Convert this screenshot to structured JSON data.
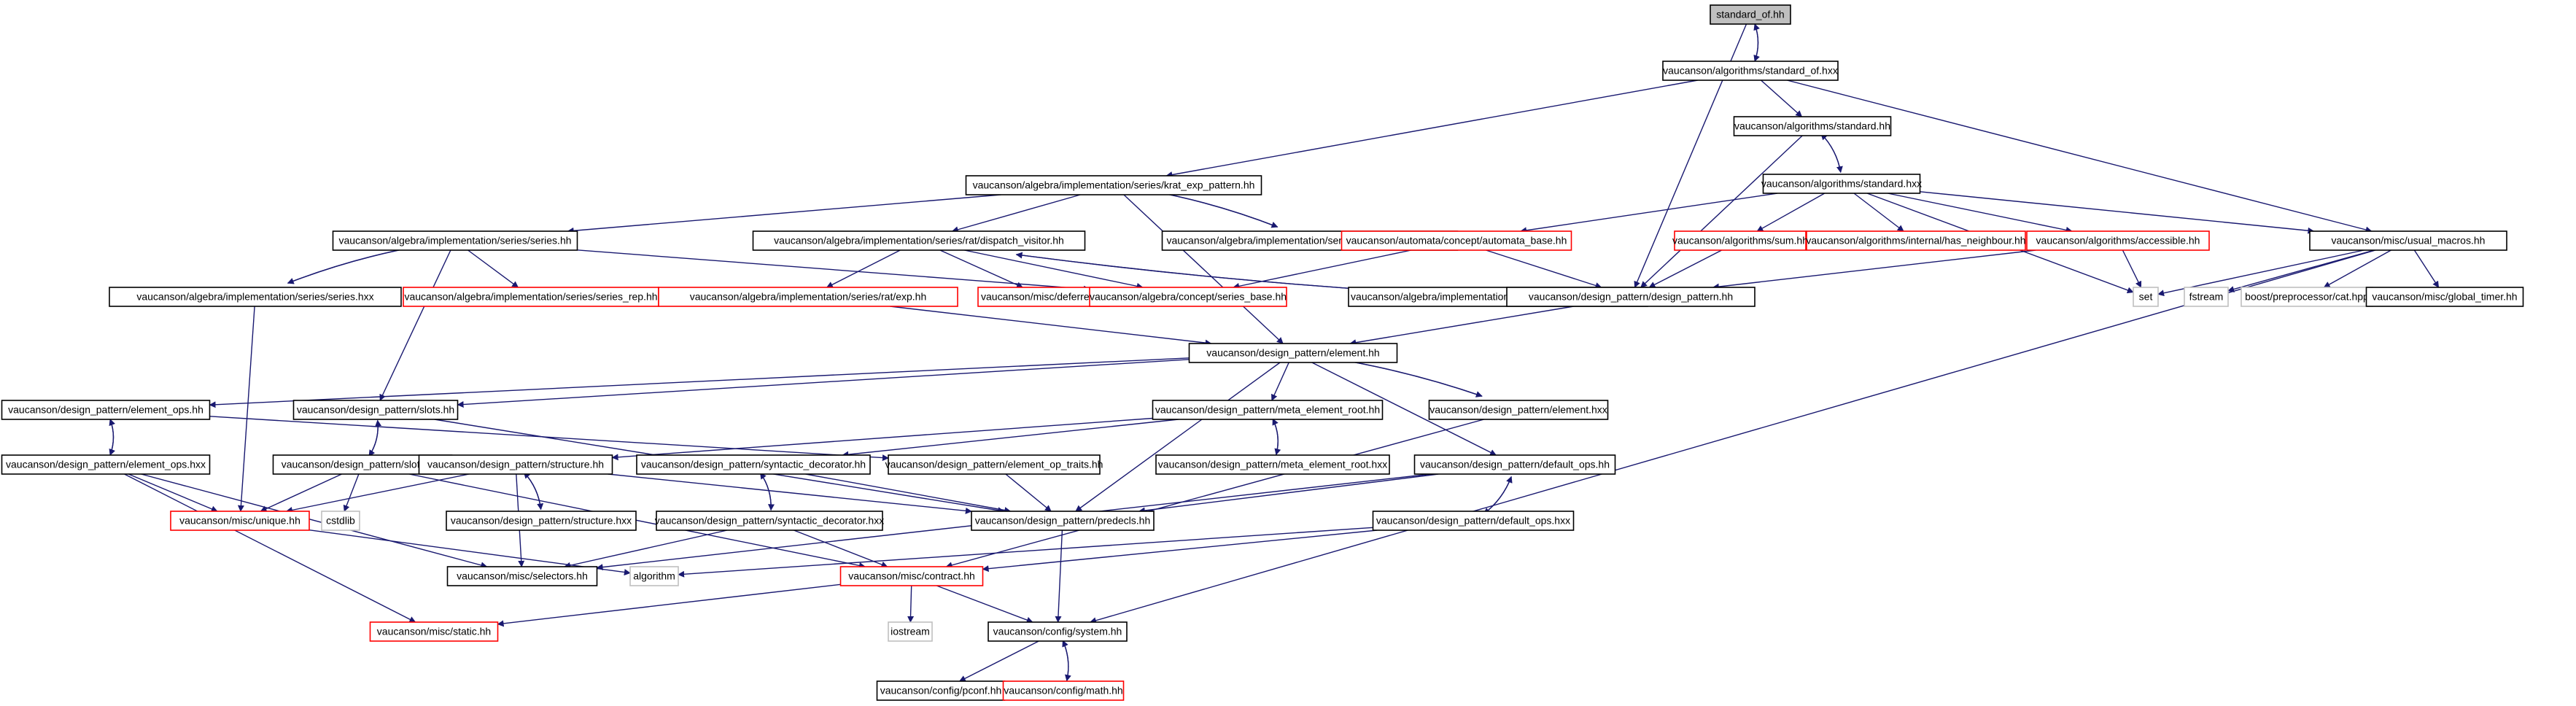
{
  "colors": {
    "edge": "#191970",
    "root_fill": "#bfbfbf",
    "box_border": "#000000",
    "external_border": "#ff0000",
    "system_border": "#bfbfbf"
  },
  "nodes": [
    {
      "id": "n0",
      "label": "standard_of.hh",
      "kind": "root"
    },
    {
      "id": "n1",
      "label": "vaucanson/algorithms/standard_of.hxx",
      "kind": "normal"
    },
    {
      "id": "n2",
      "label": "vaucanson/algorithms/standard.hh",
      "kind": "normal"
    },
    {
      "id": "n3",
      "label": "vaucanson/algebra/implementation/series/krat_exp_pattern.hh",
      "kind": "normal"
    },
    {
      "id": "n4",
      "label": "vaucanson/algorithms/standard.hxx",
      "kind": "normal"
    },
    {
      "id": "n5",
      "label": "vaucanson/algebra/implementation/series/series.hh",
      "kind": "normal"
    },
    {
      "id": "n6",
      "label": "vaucanson/algebra/implementation/series/rat/dispatch_visitor.hh",
      "kind": "normal"
    },
    {
      "id": "n7",
      "label": "vaucanson/algebra/implementation/series/krat_exp_pattern.hxx",
      "kind": "normal"
    },
    {
      "id": "n8",
      "label": "vaucanson/automata/concept/automata_base.hh",
      "kind": "red"
    },
    {
      "id": "n9",
      "label": "vaucanson/algorithms/sum.hh",
      "kind": "red"
    },
    {
      "id": "n10",
      "label": "vaucanson/algorithms/internal/has_neighbour.hh",
      "kind": "red"
    },
    {
      "id": "n11",
      "label": "vaucanson/algorithms/accessible.hh",
      "kind": "red"
    },
    {
      "id": "n12",
      "label": "vaucanson/misc/usual_macros.hh",
      "kind": "normal"
    },
    {
      "id": "n13",
      "label": "vaucanson/algebra/implementation/series/series.hxx",
      "kind": "normal"
    },
    {
      "id": "n14",
      "label": "vaucanson/algebra/implementation/series/series_rep.hh",
      "kind": "red"
    },
    {
      "id": "n15",
      "label": "vaucanson/algebra/implementation/series/rat/exp.hh",
      "kind": "red"
    },
    {
      "id": "n16",
      "label": "vaucanson/misc/deferrer.hh",
      "kind": "red"
    },
    {
      "id": "n17",
      "label": "vaucanson/algebra/concept/series_base.hh",
      "kind": "red"
    },
    {
      "id": "n18",
      "label": "vaucanson/algebra/implementation/series/rat/dispatch_visitor.hxx",
      "kind": "normal"
    },
    {
      "id": "n19",
      "label": "vaucanson/design_pattern/design_pattern.hh",
      "kind": "normal"
    },
    {
      "id": "n20",
      "label": "set",
      "kind": "gray"
    },
    {
      "id": "n21",
      "label": "fstream",
      "kind": "gray"
    },
    {
      "id": "n22",
      "label": "boost/preprocessor/cat.hpp",
      "kind": "gray"
    },
    {
      "id": "n23",
      "label": "vaucanson/misc/global_timer.hh",
      "kind": "normal"
    },
    {
      "id": "n24",
      "label": "vaucanson/design_pattern/element.hh",
      "kind": "normal"
    },
    {
      "id": "n25",
      "label": "vaucanson/design_pattern/element_ops.hh",
      "kind": "normal"
    },
    {
      "id": "n26",
      "label": "vaucanson/design_pattern/slots.hh",
      "kind": "normal"
    },
    {
      "id": "n27",
      "label": "vaucanson/design_pattern/meta_element_root.hh",
      "kind": "normal"
    },
    {
      "id": "n28",
      "label": "vaucanson/design_pattern/element.hxx",
      "kind": "normal"
    },
    {
      "id": "n29",
      "label": "vaucanson/design_pattern/element_ops.hxx",
      "kind": "normal"
    },
    {
      "id": "n30",
      "label": "vaucanson/design_pattern/slots.hxx",
      "kind": "normal"
    },
    {
      "id": "n31",
      "label": "vaucanson/design_pattern/structure.hh",
      "kind": "normal"
    },
    {
      "id": "n32",
      "label": "vaucanson/design_pattern/syntactic_decorator.hh",
      "kind": "normal"
    },
    {
      "id": "n33",
      "label": "vaucanson/design_pattern/element_op_traits.hh",
      "kind": "normal"
    },
    {
      "id": "n34",
      "label": "vaucanson/design_pattern/meta_element_root.hxx",
      "kind": "normal"
    },
    {
      "id": "n35",
      "label": "vaucanson/design_pattern/default_ops.hh",
      "kind": "normal"
    },
    {
      "id": "n36",
      "label": "vaucanson/misc/unique.hh",
      "kind": "red"
    },
    {
      "id": "n37",
      "label": "cstdlib",
      "kind": "gray"
    },
    {
      "id": "n38",
      "label": "vaucanson/design_pattern/structure.hxx",
      "kind": "normal"
    },
    {
      "id": "n39",
      "label": "vaucanson/design_pattern/syntactic_decorator.hxx",
      "kind": "normal"
    },
    {
      "id": "n40",
      "label": "vaucanson/design_pattern/predecls.hh",
      "kind": "normal"
    },
    {
      "id": "n41",
      "label": "vaucanson/design_pattern/default_ops.hxx",
      "kind": "normal"
    },
    {
      "id": "n42",
      "label": "vaucanson/misc/selectors.hh",
      "kind": "normal"
    },
    {
      "id": "n43",
      "label": "algorithm",
      "kind": "gray"
    },
    {
      "id": "n44",
      "label": "vaucanson/misc/contract.hh",
      "kind": "red"
    },
    {
      "id": "n45",
      "label": "vaucanson/misc/static.hh",
      "kind": "red"
    },
    {
      "id": "n46",
      "label": "iostream",
      "kind": "gray"
    },
    {
      "id": "n47",
      "label": "vaucanson/config/system.hh",
      "kind": "normal"
    },
    {
      "id": "n48",
      "label": "vaucanson/config/pconf.hh",
      "kind": "normal"
    },
    {
      "id": "n49",
      "label": "vaucanson/config/math.hh",
      "kind": "red"
    }
  ],
  "edges": [
    [
      "n0",
      "n1"
    ],
    [
      "n1",
      "n0"
    ],
    [
      "n0",
      "n19"
    ],
    [
      "n1",
      "n2"
    ],
    [
      "n1",
      "n3"
    ],
    [
      "n1",
      "n12"
    ],
    [
      "n2",
      "n4"
    ],
    [
      "n4",
      "n2"
    ],
    [
      "n2",
      "n19"
    ],
    [
      "n3",
      "n5"
    ],
    [
      "n3",
      "n6"
    ],
    [
      "n3",
      "n7"
    ],
    [
      "n7",
      "n3"
    ],
    [
      "n3",
      "n24"
    ],
    [
      "n4",
      "n8"
    ],
    [
      "n4",
      "n9"
    ],
    [
      "n4",
      "n10"
    ],
    [
      "n4",
      "n11"
    ],
    [
      "n4",
      "n12"
    ],
    [
      "n4",
      "n20"
    ],
    [
      "n5",
      "n13"
    ],
    [
      "n13",
      "n5"
    ],
    [
      "n5",
      "n14"
    ],
    [
      "n5",
      "n17"
    ],
    [
      "n5",
      "n26"
    ],
    [
      "n6",
      "n15"
    ],
    [
      "n6",
      "n16"
    ],
    [
      "n6",
      "n18"
    ],
    [
      "n18",
      "n6"
    ],
    [
      "n6",
      "n17"
    ],
    [
      "n8",
      "n17"
    ],
    [
      "n8",
      "n19"
    ],
    [
      "n9",
      "n19"
    ],
    [
      "n11",
      "n19"
    ],
    [
      "n11",
      "n20"
    ],
    [
      "n12",
      "n20"
    ],
    [
      "n12",
      "n21"
    ],
    [
      "n12",
      "n22"
    ],
    [
      "n12",
      "n23"
    ],
    [
      "n12",
      "n47"
    ],
    [
      "n13",
      "n36"
    ],
    [
      "n15",
      "n24"
    ],
    [
      "n19",
      "n24"
    ],
    [
      "n24",
      "n25"
    ],
    [
      "n24",
      "n26"
    ],
    [
      "n24",
      "n27"
    ],
    [
      "n24",
      "n28"
    ],
    [
      "n28",
      "n24"
    ],
    [
      "n24",
      "n35"
    ],
    [
      "n24",
      "n40"
    ],
    [
      "n25",
      "n29"
    ],
    [
      "n29",
      "n25"
    ],
    [
      "n25",
      "n33"
    ],
    [
      "n26",
      "n30"
    ],
    [
      "n30",
      "n26"
    ],
    [
      "n26",
      "n40"
    ],
    [
      "n27",
      "n34"
    ],
    [
      "n34",
      "n27"
    ],
    [
      "n27",
      "n31"
    ],
    [
      "n27",
      "n32"
    ],
    [
      "n28",
      "n44"
    ],
    [
      "n29",
      "n36"
    ],
    [
      "n29",
      "n42"
    ],
    [
      "n29",
      "n45"
    ],
    [
      "n30",
      "n36"
    ],
    [
      "n30",
      "n37"
    ],
    [
      "n30",
      "n44"
    ],
    [
      "n31",
      "n38"
    ],
    [
      "n38",
      "n31"
    ],
    [
      "n31",
      "n36"
    ],
    [
      "n31",
      "n42"
    ],
    [
      "n31",
      "n40"
    ],
    [
      "n32",
      "n39"
    ],
    [
      "n39",
      "n32"
    ],
    [
      "n32",
      "n40"
    ],
    [
      "n33",
      "n40"
    ],
    [
      "n35",
      "n41"
    ],
    [
      "n41",
      "n35"
    ],
    [
      "n35",
      "n40"
    ],
    [
      "n35",
      "n42"
    ],
    [
      "n36",
      "n43"
    ],
    [
      "n39",
      "n42"
    ],
    [
      "n39",
      "n44"
    ],
    [
      "n40",
      "n47"
    ],
    [
      "n41",
      "n43"
    ],
    [
      "n41",
      "n44"
    ],
    [
      "n44",
      "n45"
    ],
    [
      "n44",
      "n46"
    ],
    [
      "n44",
      "n47"
    ],
    [
      "n47",
      "n48"
    ],
    [
      "n47",
      "n49"
    ],
    [
      "n49",
      "n47"
    ]
  ]
}
